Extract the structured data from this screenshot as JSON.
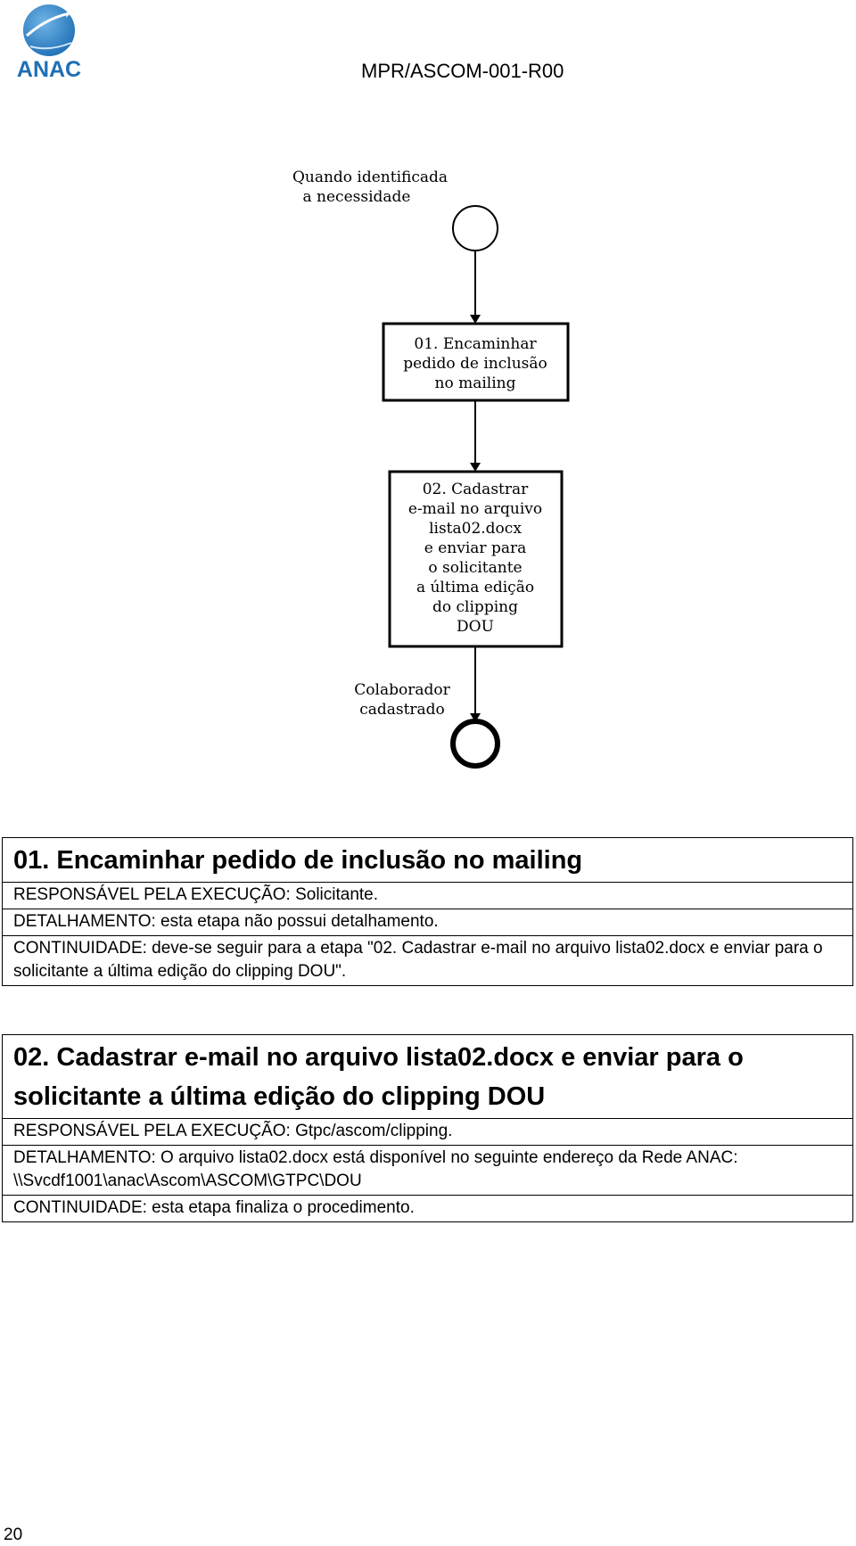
{
  "header": {
    "logo_text": "ANAC",
    "document_code": "MPR/ASCOM-001-R00"
  },
  "flow": {
    "start_label_line1": "Quando identificada",
    "start_label_line2": "a necessidade",
    "step1_lines": [
      "01. Encaminhar",
      "pedido de inclusão",
      "no mailing"
    ],
    "step2_lines": [
      "02. Cadastrar",
      "e-mail no arquivo",
      "lista02.docx",
      "e enviar para",
      "o solicitante",
      "a última edição",
      "do clipping",
      "DOU"
    ],
    "end_label_line1": "Colaborador",
    "end_label_line2": "cadastrado"
  },
  "activities": [
    {
      "title": "01. Encaminhar pedido de inclusão no mailing",
      "responsavel": "RESPONSÁVEL PELA EXECUÇÃO: Solicitante.",
      "detalhamento": "DETALHAMENTO: esta etapa não possui detalhamento.",
      "continuidade": "CONTINUIDADE: deve-se seguir para a etapa \"02. Cadastrar e-mail no arquivo lista02.docx e enviar para o solicitante a última edição do clipping DOU\"."
    },
    {
      "title": "02. Cadastrar e-mail no arquivo lista02.docx e enviar para o solicitante a última edição do clipping DOU",
      "responsavel": "RESPONSÁVEL PELA EXECUÇÃO: Gtpc/ascom/clipping.",
      "detalhamento": "DETALHAMENTO: O arquivo lista02.docx está disponível no seguinte endereço da Rede ANAC: \\\\Svcdf1001\\anac\\Ascom\\ASCOM\\GTPC\\DOU",
      "continuidade": "CONTINUIDADE: esta etapa finaliza o procedimento."
    }
  ],
  "footer": {
    "page_number": "20"
  },
  "colors": {
    "logo_blue": "#1f6fb5",
    "logo_light_blue": "#4a9ad6"
  },
  "icons": {
    "logo": "anac-globe-airplane-logo"
  }
}
